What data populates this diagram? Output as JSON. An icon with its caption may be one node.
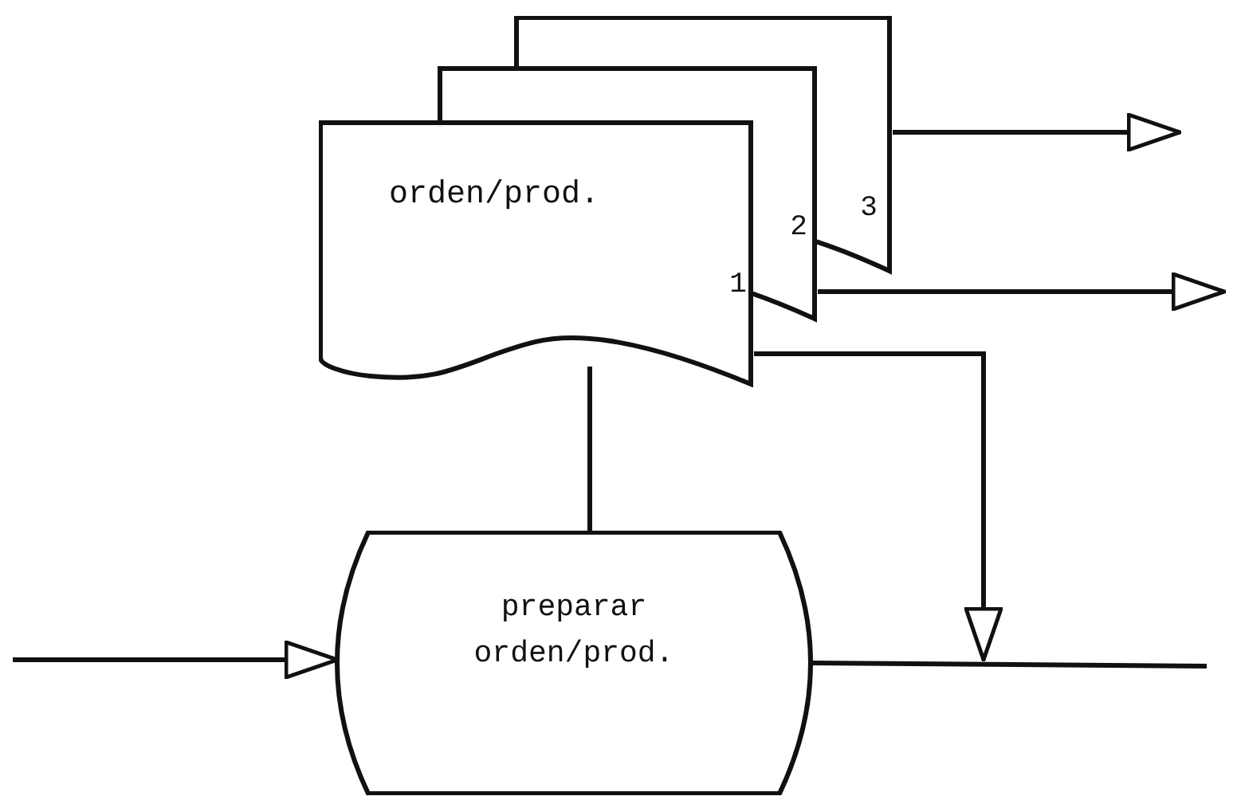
{
  "diagram": {
    "nodes": [
      {
        "text": [
          "orden/prod.",
          "1",
          "2",
          "3"
        ]
      },
      {
        "text": [
          "preparar orden/prod."
        ]
      }
    ],
    "edges": [
      {
        "from": null,
        "to": 1,
        "arrow": "to"
      },
      {
        "from": 1,
        "to": 0,
        "arrow": "none"
      },
      {
        "from": 0,
        "to": null,
        "arrow": "to"
      },
      {
        "from": 0,
        "to": null,
        "arrow": "to"
      },
      {
        "from": 0,
        "to": null,
        "arrow": "to"
      },
      {
        "from": 1,
        "to": null,
        "arrow": "none"
      }
    ]
  }
}
